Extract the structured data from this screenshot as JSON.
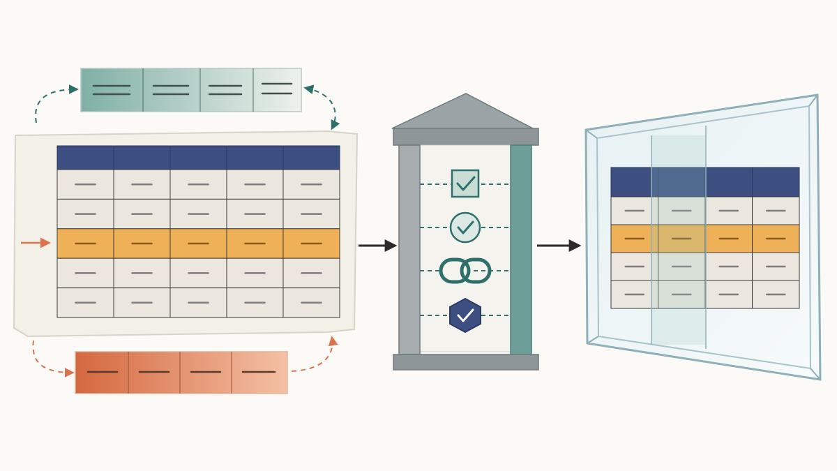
{
  "palette": {
    "paper": "#fbfaf7",
    "sheet": "#f3f0e8",
    "header_blue": "#3c4f80",
    "highlight_orange": "#eeb157",
    "cell_grey": "#ebe7df",
    "teal": "#2f6f6b",
    "teal_light": "#c9ddd6",
    "coral": "#d9744f",
    "coral_light": "#f1b393",
    "stone": "#8e9699",
    "stone_dark": "#6f7a7d",
    "pillar_teal": "#6e9e98",
    "glass": "#b9d3d9",
    "ink": "#2b2b2b"
  },
  "icons": {
    "input_arrow": "arrow-right-icon",
    "gate_checks": [
      "checkbox-check-icon",
      "circle-check-icon",
      "chain-link-icon",
      "hexagon-check-icon"
    ],
    "flow_arrows": [
      "arrow-right-icon",
      "arrow-right-icon"
    ]
  },
  "main_table": {
    "columns": 5,
    "body_rows": 5,
    "highlighted_row": 3
  },
  "top_strip": {
    "cells": 4
  },
  "bottom_strip": {
    "cells": 4
  },
  "display_table": {
    "columns": 4,
    "body_rows": 4,
    "highlighted_row": 2
  }
}
